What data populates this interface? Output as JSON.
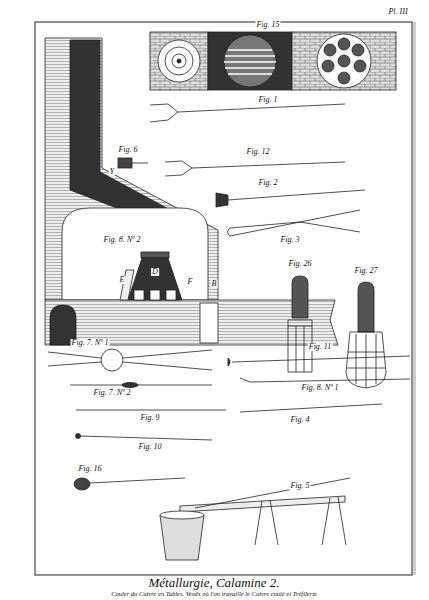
{
  "diagram": {
    "title": "Métallurgie, Calamine 2.",
    "caption": "Couler du Cuivre en Tables. Veuës où l'on travaille le Cuivre coulé et Tréfilerie",
    "labels": [
      "Pl. III",
      "Fig. 15",
      "Fig. 1",
      "Fig. 6",
      "Y",
      "Fig. 12",
      "Fig. 2",
      "Fig. 8. Nº 2",
      "D",
      "E",
      "F",
      "B",
      "Fig. 3",
      "Fig. 26",
      "Fig. 27",
      "Fig. 7. Nº 1",
      "Fig. 11",
      "Fig. 7. Nº 2",
      "Fig. 8. Nº 1",
      "Fig. 9",
      "Fig. 4",
      "Fig. 10",
      "Fig. 16",
      "Fig. 5"
    ]
  }
}
